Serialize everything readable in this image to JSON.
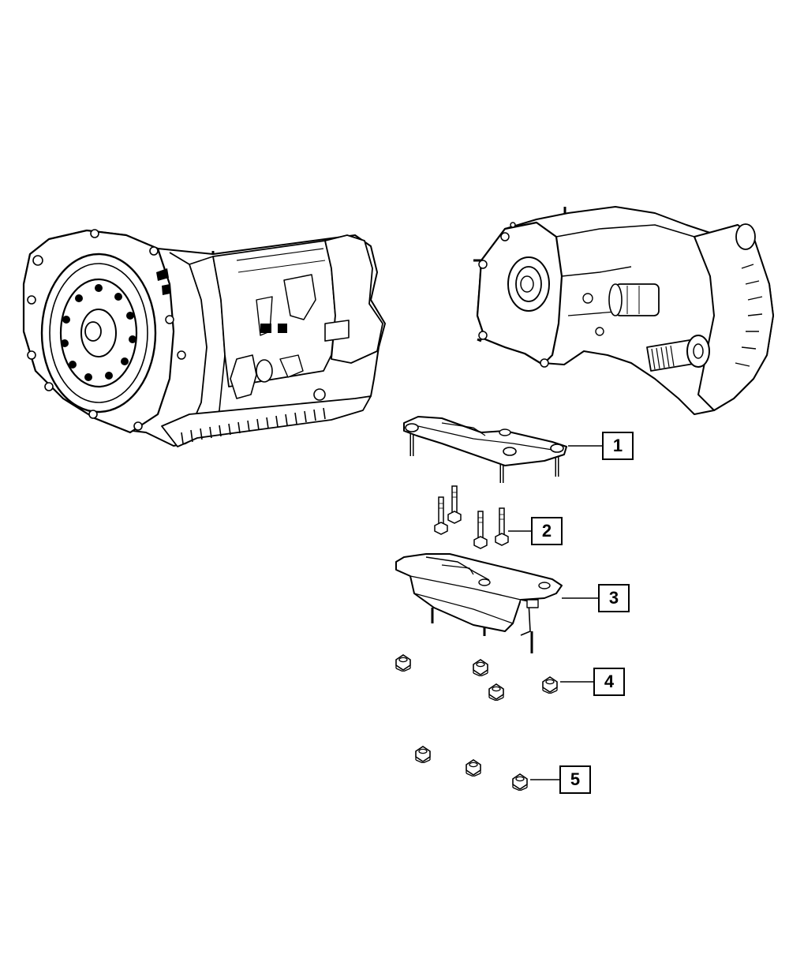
{
  "colors": {
    "line": "#000000",
    "background": "#ffffff"
  },
  "callouts": [
    {
      "label": "1",
      "part": "mount-plate-with-studs"
    },
    {
      "label": "2",
      "part": "bolts"
    },
    {
      "label": "3",
      "part": "transmission-mount-bracket"
    },
    {
      "label": "4",
      "part": "flange-nuts"
    },
    {
      "label": "5",
      "part": "flange-nuts"
    }
  ]
}
